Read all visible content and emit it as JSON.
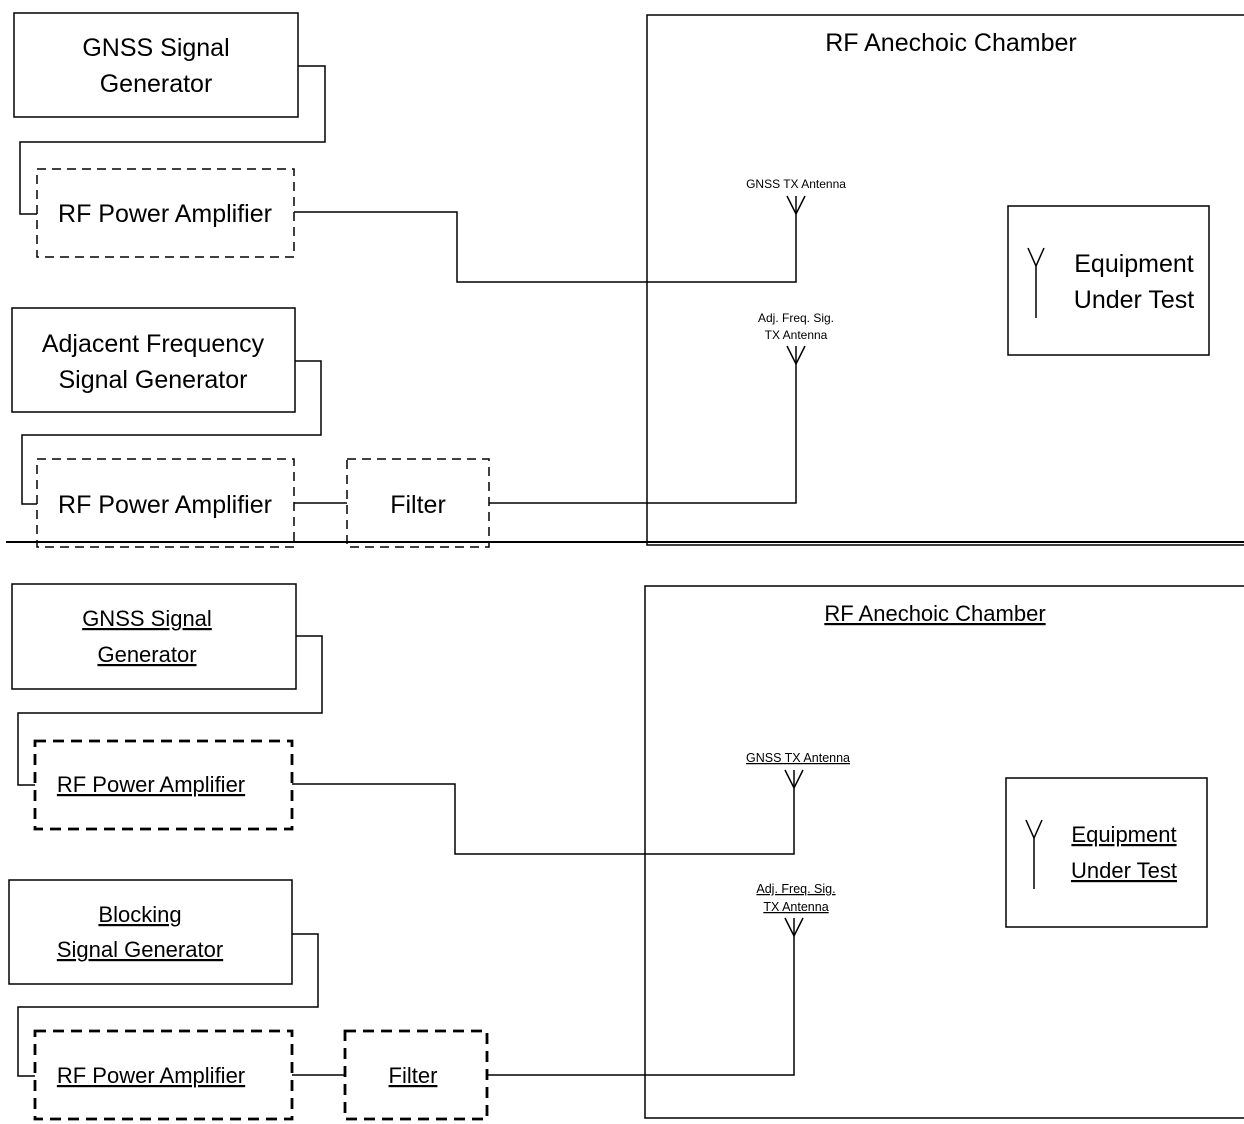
{
  "top": {
    "gnss_generator": {
      "line1": "GNSS Signal",
      "line2": "Generator"
    },
    "amplifier_1": "RF Power Amplifier",
    "adjacent_generator": {
      "line1": "Adjacent Frequency",
      "line2": "Signal Generator"
    },
    "amplifier_2": "RF Power Amplifier",
    "filter": "Filter",
    "chamber": "RF Anechoic Chamber",
    "gnss_antenna": "GNSS TX Antenna",
    "adj_antenna": {
      "line1": "Adj. Freq. Sig.",
      "line2": "TX Antenna"
    },
    "eut": {
      "line1": "Equipment",
      "line2": "Under Test"
    }
  },
  "bottom": {
    "gnss_generator": {
      "line1": "GNSS Signal",
      "line2": "Generator"
    },
    "amplifier_1": "RF Power Amplifier",
    "blocking_generator": {
      "line1": "Blocking",
      "line2": "Signal Generator"
    },
    "amplifier_2": "RF Power Amplifier",
    "filter": "Filter",
    "chamber": "RF Anechoic Chamber",
    "gnss_antenna": "GNSS TX Antenna",
    "adj_antenna": {
      "line1": "Adj. Freq. Sig.",
      "line2": "TX Antenna"
    },
    "eut": {
      "line1": "Equipment",
      "line2": "Under Test"
    }
  }
}
